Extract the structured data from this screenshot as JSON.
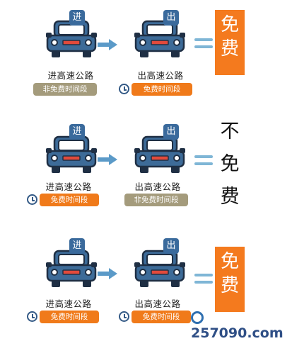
{
  "rows": [
    {
      "enter": {
        "sign": "进",
        "label": "进高速公路",
        "badge": "非免费时间段",
        "badge_type": "gray"
      },
      "exit": {
        "sign": "出",
        "label": "出高速公路",
        "badge": "免费时间段",
        "badge_type": "orange"
      },
      "result": [
        "免",
        "费"
      ],
      "result_style": "box"
    },
    {
      "enter": {
        "sign": "进",
        "label": "进高速公路",
        "badge": "免费时间段",
        "badge_type": "orange"
      },
      "exit": {
        "sign": "出",
        "label": "出高速公路",
        "badge": "非免费时间段",
        "badge_type": "gray"
      },
      "result": [
        "不",
        "免",
        "费"
      ],
      "result_style": "plain"
    },
    {
      "enter": {
        "sign": "进",
        "label": "进高速公路",
        "badge": "免费时间段",
        "badge_type": "orange"
      },
      "exit": {
        "sign": "出",
        "label": "出高速公路",
        "badge": "免费时间段",
        "badge_type": "orange"
      },
      "result": [
        "免",
        "费"
      ],
      "result_style": "box"
    }
  ],
  "watermark": "257090.com",
  "colors": {
    "car_body": "#3d6b98",
    "car_outline": "#1f2f44",
    "orange": "#f07a1a",
    "gray_badge": "#a49b7c",
    "arrow": "#5b9ac8"
  }
}
